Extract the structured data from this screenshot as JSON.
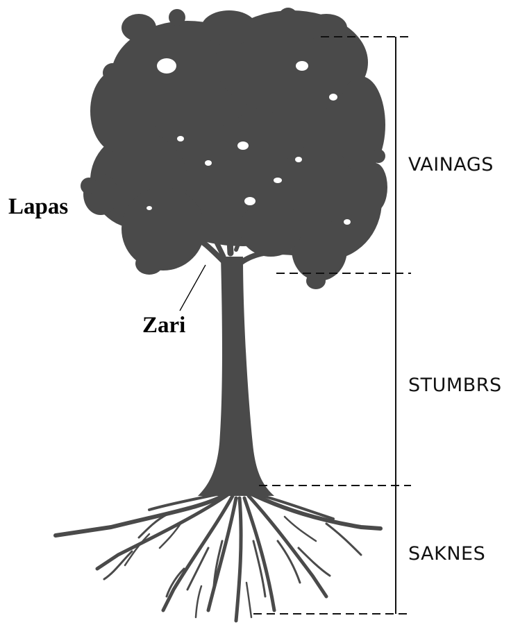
{
  "colors": {
    "tree": "#4a4a4a",
    "ink": "#111111",
    "background": "#ffffff"
  },
  "labels": {
    "leaves": "Lapas",
    "branches": "Zari",
    "crown": "VAINAGS",
    "trunk": "STUMBRS",
    "roots": "SAKNES"
  }
}
